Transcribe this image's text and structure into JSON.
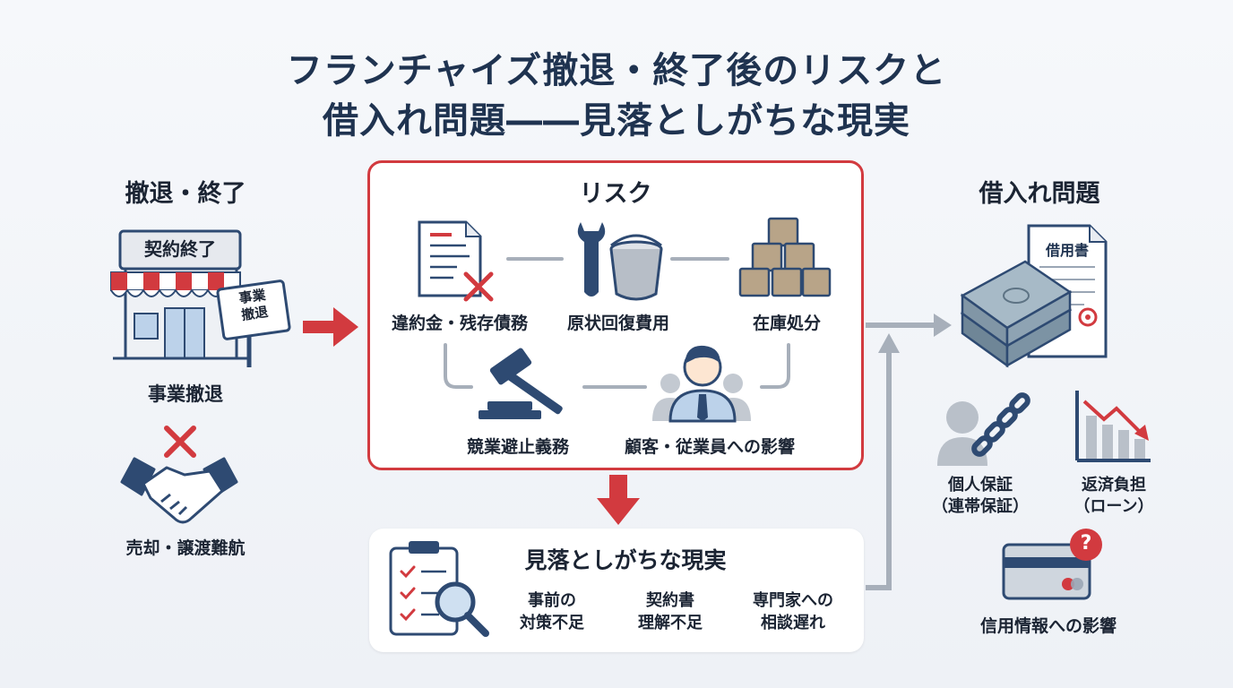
{
  "title": {
    "line1": "フランチャイズ撤退・終了後のリスクと",
    "line2": "借入れ問題――見落としがちな現実"
  },
  "left": {
    "heading": "撤退・終了",
    "store_sign": "契約終了",
    "signboard_line1": "事業",
    "signboard_line2": "撤退",
    "business_exit": "事業撤退",
    "sale_difficulty": "売却・譲渡難航"
  },
  "risk": {
    "heading": "リスク",
    "items": {
      "penalty": "違約金・残存債務",
      "restoration": "原状回復費用",
      "inventory": "在庫処分",
      "noncompete": "競業避止義務",
      "impact": "顧客・従業員への影響"
    }
  },
  "reality": {
    "heading": "見落としがちな現実",
    "items": [
      {
        "line1": "事前の",
        "line2": "対策不足"
      },
      {
        "line1": "契約書",
        "line2": "理解不足"
      },
      {
        "line1": "専門家への",
        "line2": "相談遅れ"
      }
    ]
  },
  "loan": {
    "heading": "借入れ問題",
    "document": "借用書",
    "guarantee_line1": "個人保証",
    "guarantee_line2": "（連帯保証）",
    "repayment_line1": "返済負担",
    "repayment_line2": "（ローン）",
    "credit": "信用情報への影響"
  },
  "colors": {
    "accent_red": "#d23a3f",
    "navy": "#2e4a72",
    "connector_gray": "#a7afba",
    "title_navy": "#1f3350"
  }
}
